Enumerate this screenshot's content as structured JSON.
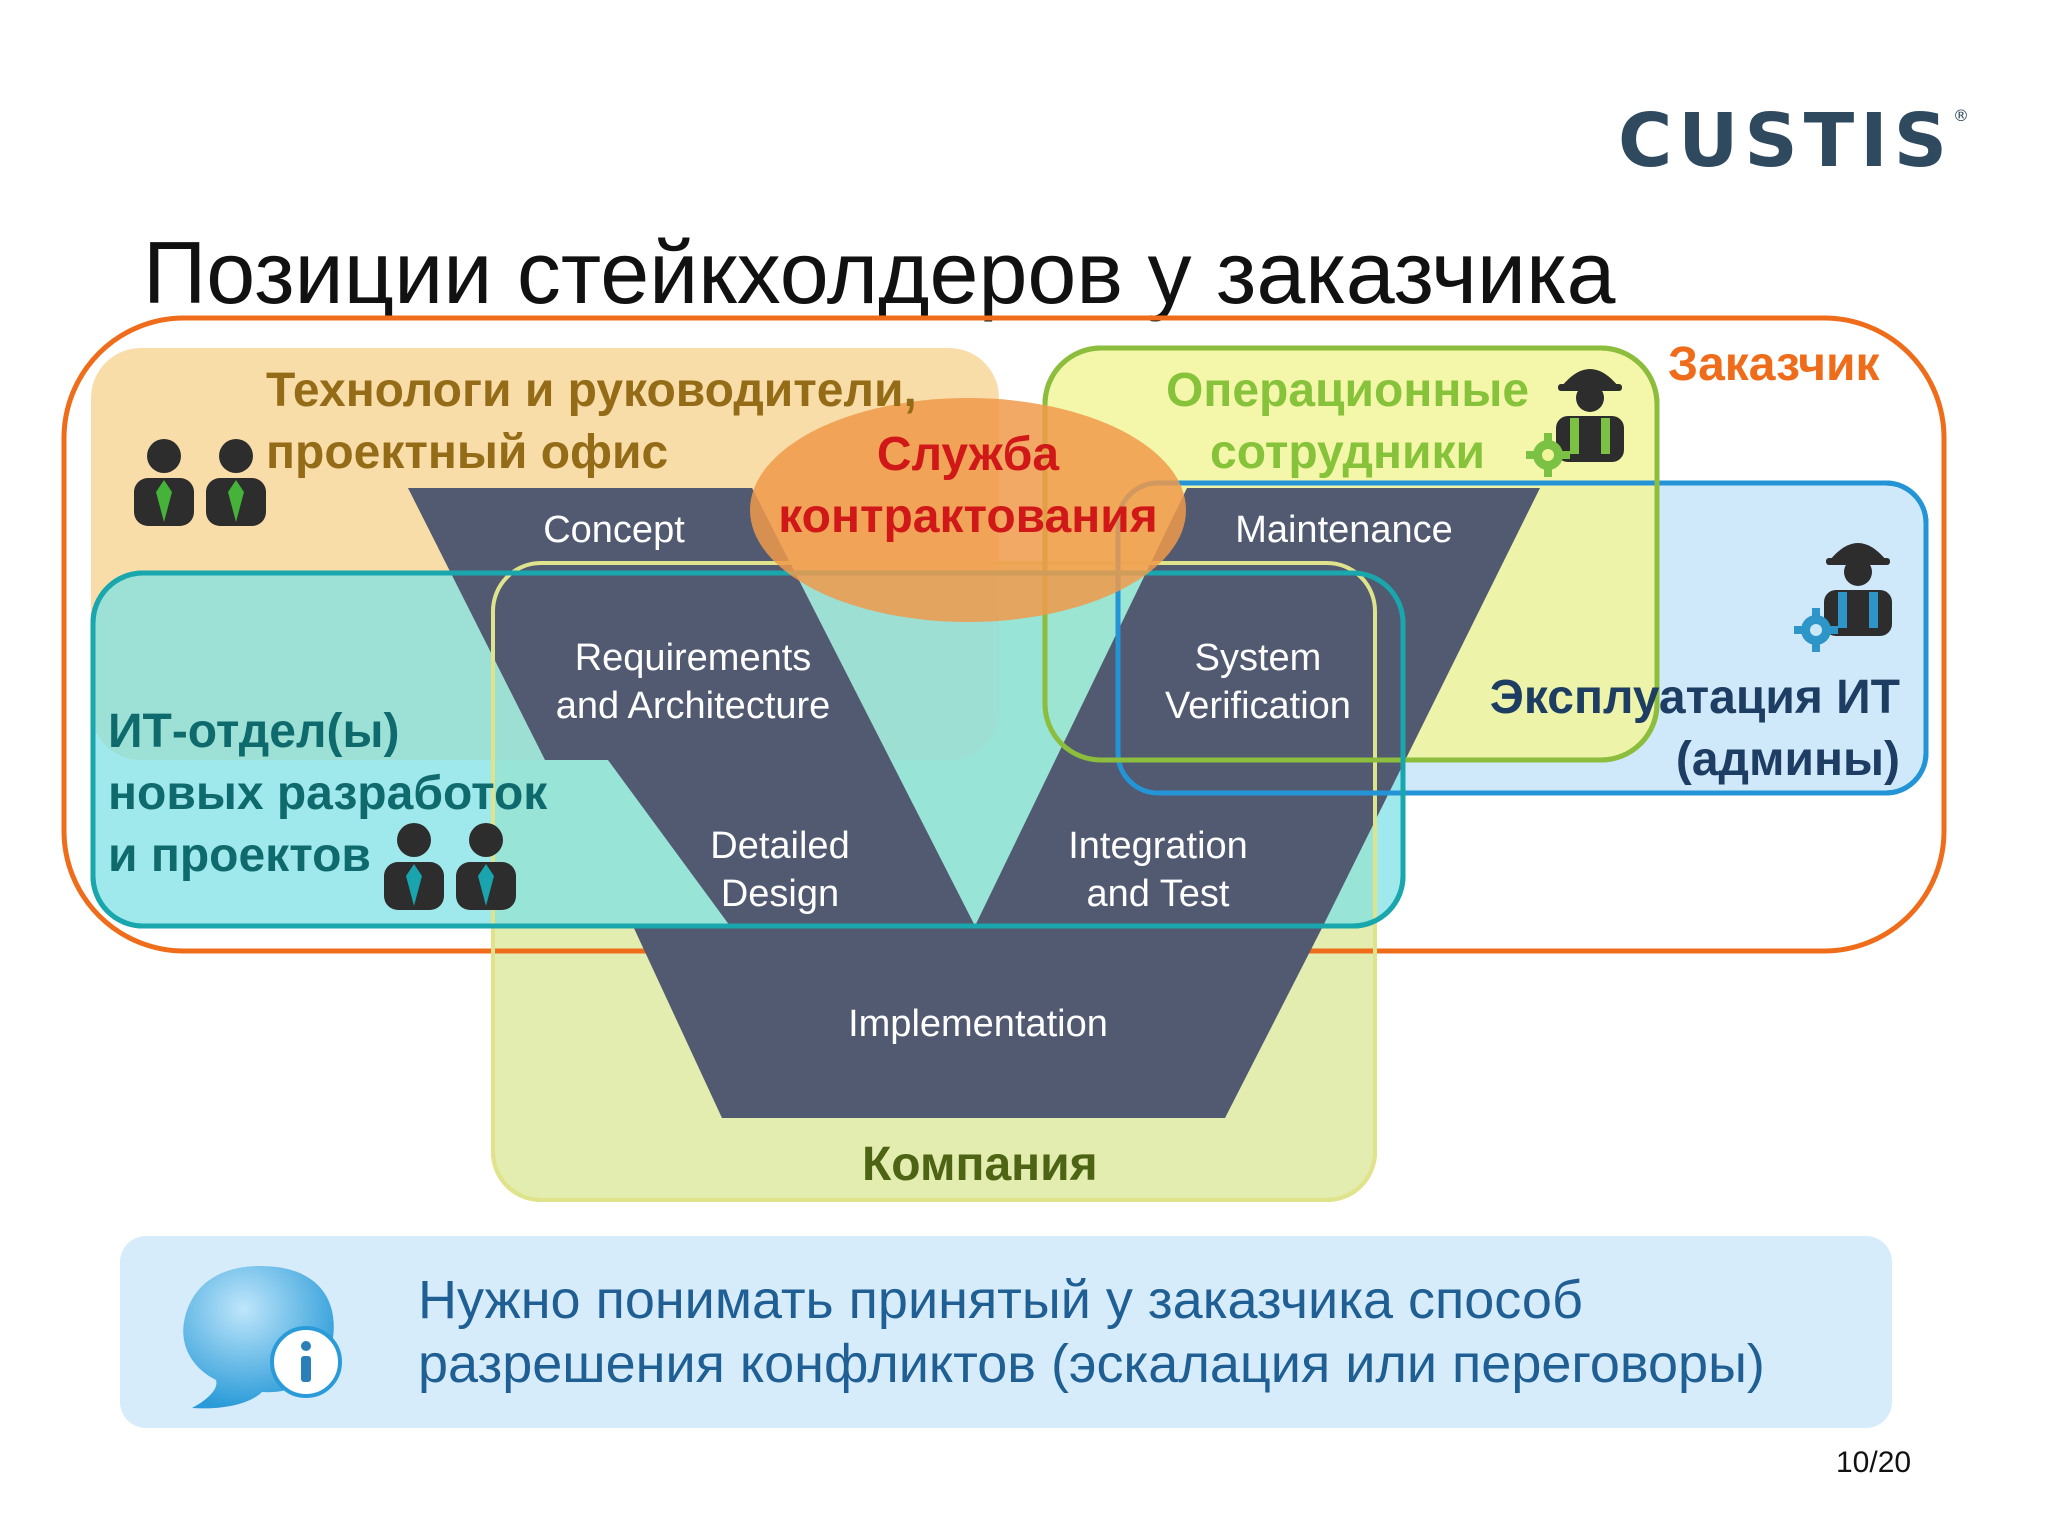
{
  "logo": {
    "text": "CUSTIS",
    "mark": "®"
  },
  "title": "Позиции стейкхолдеров у заказчика",
  "groups": {
    "customer": "Заказчик",
    "tech_managers": [
      "Технологи и руководители,",
      "проектный офис"
    ],
    "contracting": [
      "Служба",
      "контрактования"
    ],
    "operations": [
      "Операционные",
      "сотрудники"
    ],
    "it_dev": [
      "ИТ-отдел(ы)",
      "новых разработок",
      "и проектов"
    ],
    "it_ops": [
      "Эксплуатация ИТ",
      "(админы)"
    ],
    "company": "Компания"
  },
  "v_model": {
    "concept": "Concept",
    "maintenance": "Maintenance",
    "requirements": [
      "Requirements",
      "and Architecture"
    ],
    "verification": [
      "System",
      "Verification"
    ],
    "detailed_design": [
      "Detailed",
      "Design"
    ],
    "integration": [
      "Integration",
      "and Test"
    ],
    "implementation": "Implementation"
  },
  "info": {
    "lines": [
      "Нужно понимать принятый у заказчика способ",
      "разрешения конфликтов (эскалация или переговоры)"
    ],
    "icon": "info-speech-bubble-icon"
  },
  "page": "10/20",
  "icons": [
    "business-person-icon",
    "worker-icon",
    "gear-icon"
  ],
  "colors": {
    "customer_border": "#ef6c1a",
    "tech_fill": "#f7d9a0",
    "operations_fill": "#f2f59a",
    "operations_border": "#8cbd3c",
    "it_dev_fill": "#7fe0e4",
    "it_dev_border": "#19a6ad",
    "it_ops_fill": "#cbe7fa",
    "it_ops_border": "#2394d6",
    "company_fill": "#deeaa2",
    "company_border": "#c2df6e",
    "v_fill": "#525a72",
    "contracting_fill": "#f09a4a",
    "contracting_text": "#d11818",
    "tech_text": "#946c18",
    "operations_text": "#86c23a",
    "it_dev_text": "#0f6a6e",
    "it_ops_text": "#1d3d63",
    "company_text": "#4d6414",
    "info_text": "#1f5f94"
  }
}
